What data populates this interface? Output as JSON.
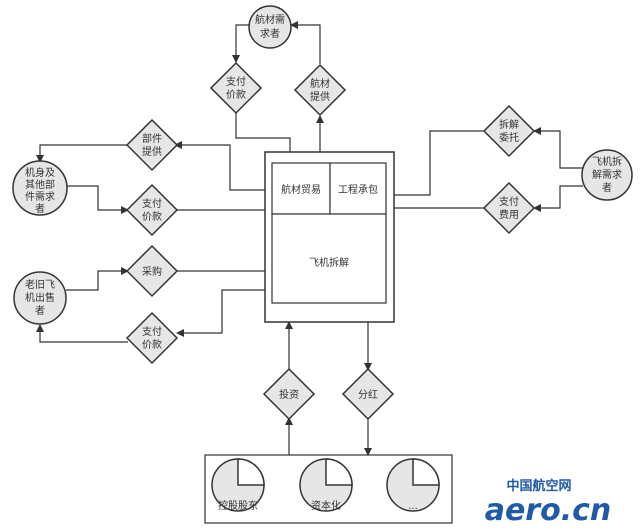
{
  "nodes": {
    "aircraft_material_demander": "航材需求者",
    "fuselage_parts_demander": "机身及其他部件需求者",
    "old_aircraft_seller": "老旧飞机出售者",
    "dismantle_demander": "飞机拆解需求者"
  },
  "diamonds": {
    "pay_price_top": "支付价款",
    "material_supply": "航材提供",
    "parts_supply": "部件提供",
    "pay_price_left": "支付价款",
    "purchase": "采购",
    "pay_price_bottom": "支付价款",
    "dismantle_commission": "拆解委托",
    "pay_fee": "支付费用",
    "invest": "投资",
    "dividend": "分红"
  },
  "center": {
    "material_trade": "航材贸易",
    "engineering_contract": "工程承包",
    "aircraft_dismantling": "飞机拆解"
  },
  "shareholders": {
    "controlling": "控股股东",
    "capitalization": "资本化",
    "other": "..."
  },
  "watermark": {
    "cn_text": "中国航空网",
    "domain_text": "aero.cn"
  },
  "colors": {
    "stroke": "#333333",
    "shape_fill": "#e6e6e6",
    "white": "#ffffff",
    "brand_blue": "#1f5ba8"
  }
}
